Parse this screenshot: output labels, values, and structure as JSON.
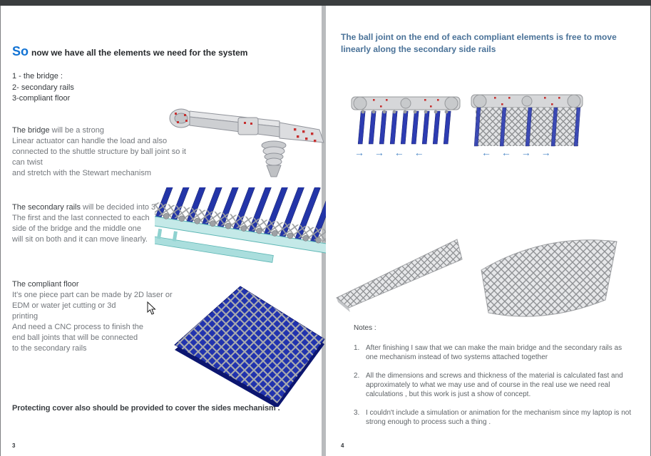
{
  "colors": {
    "accent_blue": "#1273d4",
    "heading_blue": "#4a7298",
    "slat_blue": "#2335a8",
    "rail_teal": "#bfe7e6",
    "marker_red": "#c62f2f",
    "arrow_blue": "#4b87c6"
  },
  "left": {
    "page_number": "3",
    "title_accent": "So",
    "title_rest": "now we have all the elements we need for the system",
    "items": "1 - the bridge :\n2- secondary rails\n3-compliant floor",
    "bridge": {
      "lead": "The bridge",
      "line1_rest": " will be a strong",
      "body": "Linear actuator can handle the load and also\nconnected to the shuttle structure by ball joint so it can twist\nand stretch with the Stewart mechanism"
    },
    "rails": {
      "lead": "The secondary rails",
      "line1_rest": " will be decided into 3",
      "body": "The first and the last connected to each\nside of the bridge and the middle one\nwill sit on both and it can move linearly."
    },
    "floor": {
      "lead": "The compliant floor",
      "body": "It's one piece part can be made by 2D  laser or\nEDM or water jet cutting or 3d\nprinting\nAnd need a CNC process to finish the\nend ball joints that will be connected\nto the secondary rails"
    },
    "protect_note": "Protecting cover also should be provided to cover the sides mechanism ."
  },
  "right": {
    "page_number": "4",
    "heading": "The ball joint on the end of each compliant elements is free to move\nlinearly along the secondary side rails",
    "arrows_left": [
      "→",
      "→",
      "←",
      "←"
    ],
    "arrows_right": [
      "←",
      "←",
      "→",
      "→"
    ],
    "notes_label": "Notes :",
    "notes": [
      {
        "num": "1.",
        "text": "After finishing I saw that we can make the main bridge and the secondary rails as one mechanism instead of two systems attached together"
      },
      {
        "num": "2.",
        "text": "All the dimensions and screws and thickness of the material is calculated fast and approximately to what we may use and of course in the real use we need real calculations , but this work is just a show of concept."
      },
      {
        "num": "3.",
        "text": "I couldn't include a simulation or animation for the mechanism since my laptop is not strong enough to process such a thing ."
      }
    ]
  }
}
